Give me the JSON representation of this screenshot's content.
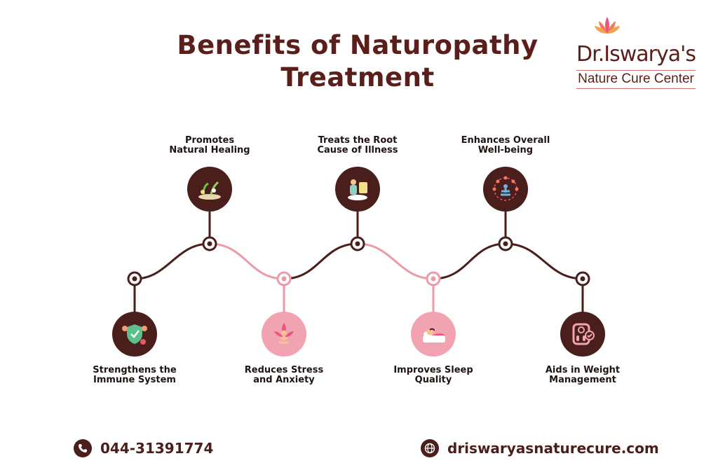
{
  "header": {
    "title_line1": "Benefits of Naturopathy",
    "title_line2": "Treatment"
  },
  "logo": {
    "brand": "Dr.Iswarya's",
    "tagline": "Nature Cure Center",
    "icon": "lotus-icon"
  },
  "colors": {
    "maroon": "#4a1e1a",
    "pink": "#ec9aa8",
    "pink_light": "#f7b7c0"
  },
  "benefits": [
    {
      "label_line1": "Strengthens the",
      "label_line2": "Immune System",
      "icon": "immune-shield-icon",
      "position": "bottom"
    },
    {
      "label_line1": "Promotes",
      "label_line2": "Natural Healing",
      "icon": "herbs-icon",
      "position": "top"
    },
    {
      "label_line1": "Reduces Stress",
      "label_line2": "and Anxiety",
      "icon": "meditation-icon",
      "position": "bottom"
    },
    {
      "label_line1": "Treats the Root",
      "label_line2": "Cause of Illness",
      "icon": "doctor-patient-icon",
      "position": "top"
    },
    {
      "label_line1": "Improves Sleep",
      "label_line2": "Quality",
      "icon": "sleep-icon",
      "position": "bottom"
    },
    {
      "label_line1": "Enhances Overall",
      "label_line2": "Well-being",
      "icon": "wellbeing-icon",
      "position": "top"
    },
    {
      "label_line1": "Aids in Weight",
      "label_line2": "Management",
      "icon": "weight-scale-icon",
      "position": "bottom"
    }
  ],
  "footer": {
    "phone": "044-31391774",
    "website": "driswaryasnaturecure.com"
  }
}
